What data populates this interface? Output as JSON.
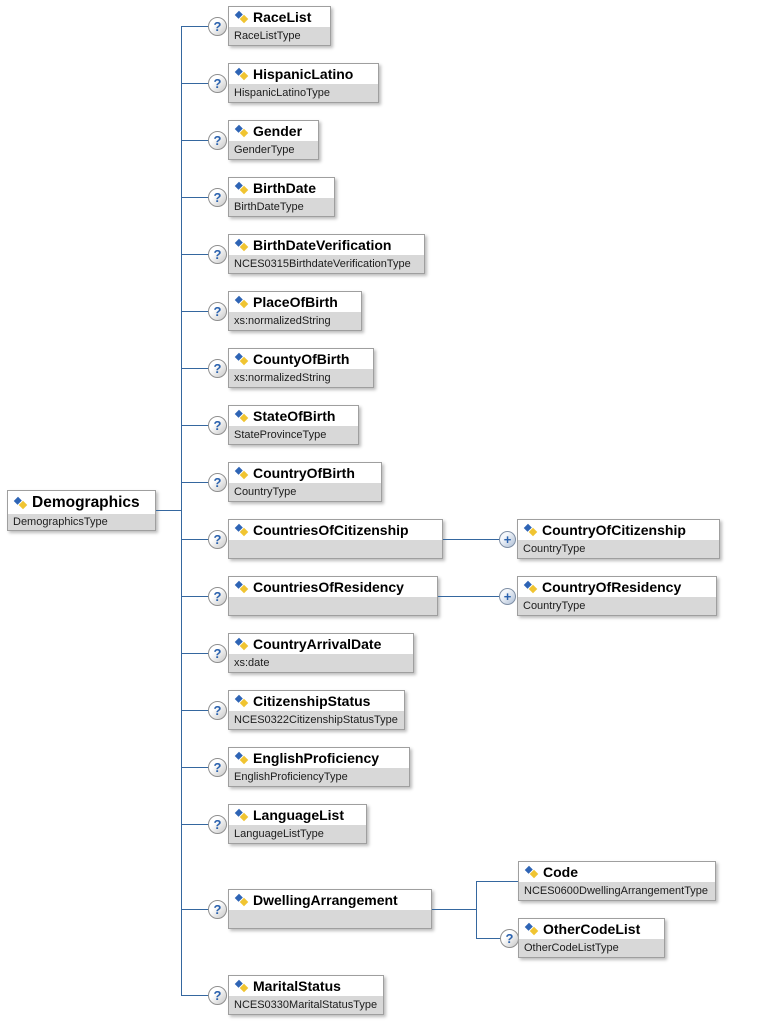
{
  "glyphs": {
    "optional": "?",
    "many": "+"
  },
  "colors": {
    "connector_line": "#35679f",
    "icon_blue": "#2e64b5",
    "icon_yellow": "#f0c431",
    "type_band_bg": "#d8d8d8",
    "node_border": "#9f9f9f",
    "indicator_text": "#2b62ae"
  },
  "root": {
    "name": "Demographics",
    "type": "DemographicsType"
  },
  "children": [
    {
      "name": "RaceList",
      "type": "RaceListType",
      "occurrence": "optional"
    },
    {
      "name": "HispanicLatino",
      "type": "HispanicLatinoType",
      "occurrence": "optional"
    },
    {
      "name": "Gender",
      "type": "GenderType",
      "occurrence": "optional"
    },
    {
      "name": "BirthDate",
      "type": "BirthDateType",
      "occurrence": "optional"
    },
    {
      "name": "BirthDateVerification",
      "type": "NCES0315BirthdateVerificationType",
      "occurrence": "optional"
    },
    {
      "name": "PlaceOfBirth",
      "type": "xs:normalizedString",
      "occurrence": "optional"
    },
    {
      "name": "CountyOfBirth",
      "type": "xs:normalizedString",
      "occurrence": "optional"
    },
    {
      "name": "StateOfBirth",
      "type": "StateProvinceType",
      "occurrence": "optional"
    },
    {
      "name": "CountryOfBirth",
      "type": "CountryType",
      "occurrence": "optional"
    },
    {
      "name": "CountriesOfCitizenship",
      "type": "",
      "occurrence": "optional"
    },
    {
      "name": "CountriesOfResidency",
      "type": "",
      "occurrence": "optional"
    },
    {
      "name": "CountryArrivalDate",
      "type": "xs:date",
      "occurrence": "optional"
    },
    {
      "name": "CitizenshipStatus",
      "type": "NCES0322CitizenshipStatusType",
      "occurrence": "optional"
    },
    {
      "name": "EnglishProficiency",
      "type": "EnglishProficiencyType",
      "occurrence": "optional"
    },
    {
      "name": "LanguageList",
      "type": "LanguageListType",
      "occurrence": "optional"
    },
    {
      "name": "DwellingArrangement",
      "type": "",
      "occurrence": "optional"
    },
    {
      "name": "MaritalStatus",
      "type": "NCES0330MaritalStatusType",
      "occurrence": "optional"
    }
  ],
  "grandchildren": {
    "countries_of_citizenship": [
      {
        "name": "CountryOfCitizenship",
        "type": "CountryType",
        "occurrence": "repeating"
      }
    ],
    "countries_of_residency": [
      {
        "name": "CountryOfResidency",
        "type": "CountryType",
        "occurrence": "repeating"
      }
    ],
    "dwelling_arrangement": [
      {
        "name": "Code",
        "type": "NCES0600DwellingArrangementType",
        "occurrence": "required"
      },
      {
        "name": "OtherCodeList",
        "type": "OtherCodeListType",
        "occurrence": "optional"
      }
    ]
  }
}
